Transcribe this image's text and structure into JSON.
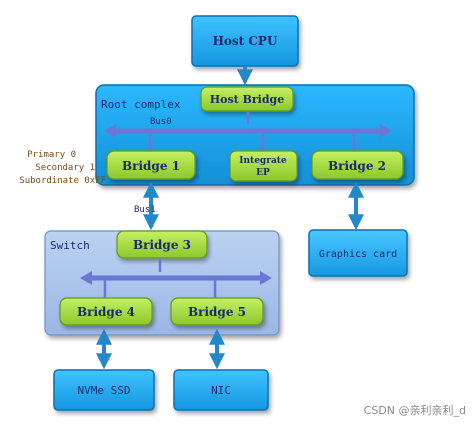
{
  "colors": {
    "blue_box": "#1aa3e6",
    "blue_box_dark": "#0d6fb0",
    "green_box": "#a6dd3a",
    "green_box_dark": "#5f9a1a",
    "switch_bg": "#a9c3ea",
    "arrow": "#2488c8",
    "bus": "#6b76d6",
    "text_dark": "#1b2a6b",
    "text_white": "#ffffff",
    "watermark": "#8a8a8a"
  },
  "nodes": {
    "host_cpu": "Host CPU",
    "host_bridge": "Host Bridge",
    "bridge_1": "Bridge 1",
    "integrate_ep_line1": "Integrate",
    "integrate_ep_line2": "EP",
    "bridge_2": "Bridge 2",
    "bridge_3": "Bridge 3",
    "bridge_4": "Bridge 4",
    "bridge_5": "Bridge 5",
    "graphics_card": "Graphics card",
    "nvme_ssd": "NVMe SSD",
    "nic": "NIC"
  },
  "labels": {
    "root_complex": "Root complex",
    "switch": "Switch",
    "bus0": "Bus0",
    "bus1": "Bus1",
    "primary": "Primary 0",
    "secondary": "Secondary 1",
    "subordinate": "Subordinate 0xFF",
    "watermark": "CSDN @亲利亲利_d"
  }
}
